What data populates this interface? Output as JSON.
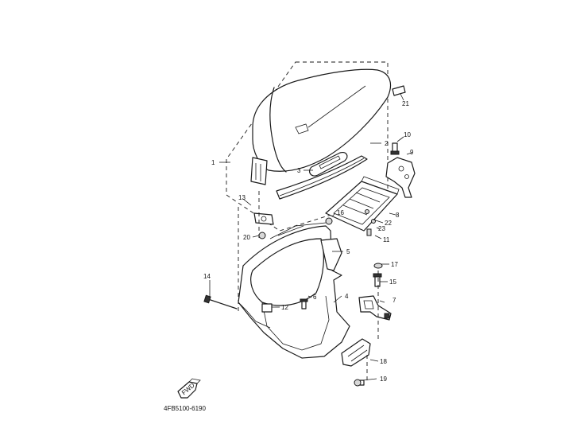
{
  "diagram_code": "4FB5100-6190",
  "fwd_label": "FWD",
  "callouts": [
    "1",
    "2",
    "3",
    "4",
    "5",
    "6",
    "7",
    "8",
    "9",
    "10",
    "11",
    "12",
    "13",
    "14",
    "15",
    "16",
    "17",
    "18",
    "19",
    "20",
    "21",
    "22",
    "23"
  ]
}
